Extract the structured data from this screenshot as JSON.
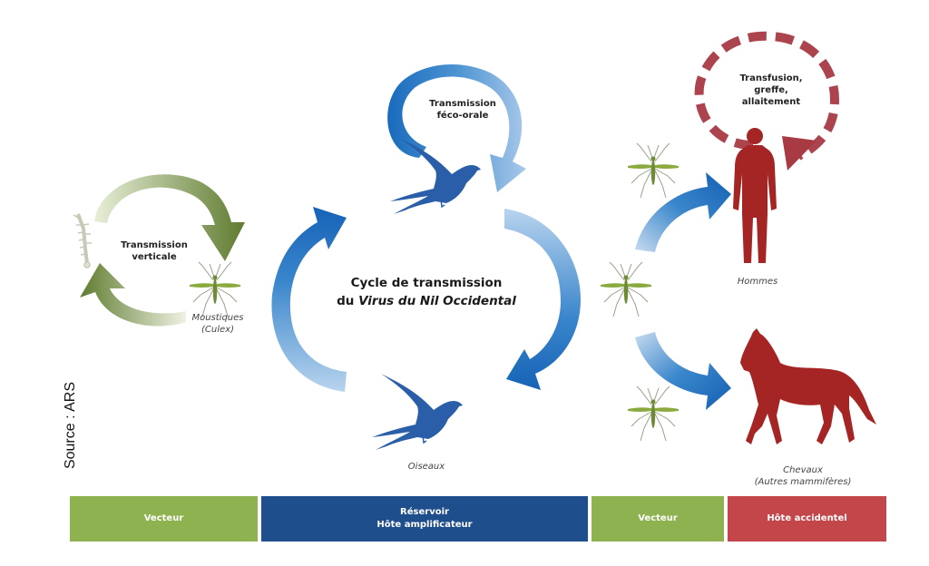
{
  "colors": {
    "vector_green": "#8db24f",
    "reservoir_blue": "#1f4e8c",
    "accidental_red": "#c3474a",
    "arrow_blue": "#1565b8",
    "bird_blue": "#2a5ea8",
    "olive_arrow": "#5d7a2e",
    "host_red": "#a52525",
    "dashed_red": "#a83a44"
  },
  "source": "Source : ARS",
  "title": {
    "line1": "Cycle de transmission",
    "line2_prefix": "du ",
    "line2_italic": "Virus du Nil Occidental"
  },
  "loops": {
    "vertical": {
      "line1": "Transmission",
      "line2": "verticale"
    },
    "feco_oral": {
      "line1": "Transmission",
      "line2": "féco-orale"
    },
    "transfusion": {
      "line1": "Transfusion,",
      "line2": "greffe,",
      "line3": "allaitement"
    }
  },
  "labels": {
    "mosquitoes_line1": "Moustiques",
    "mosquitoes_line2": "(Culex)",
    "birds": "Oiseaux",
    "humans": "Hommes",
    "horses_line1": "Chevaux",
    "horses_line2": "(Autres mammifères)"
  },
  "icons": [
    "larva-icon",
    "mosquito-icon",
    "bird-icon",
    "human-icon",
    "horse-icon"
  ],
  "roles": [
    {
      "line1": "Vecteur",
      "line2": ""
    },
    {
      "line1": "Réservoir",
      "line2": "Hôte amplificateur"
    },
    {
      "line1": "Vecteur",
      "line2": ""
    },
    {
      "line1": "Hôte accidentel",
      "line2": ""
    }
  ]
}
